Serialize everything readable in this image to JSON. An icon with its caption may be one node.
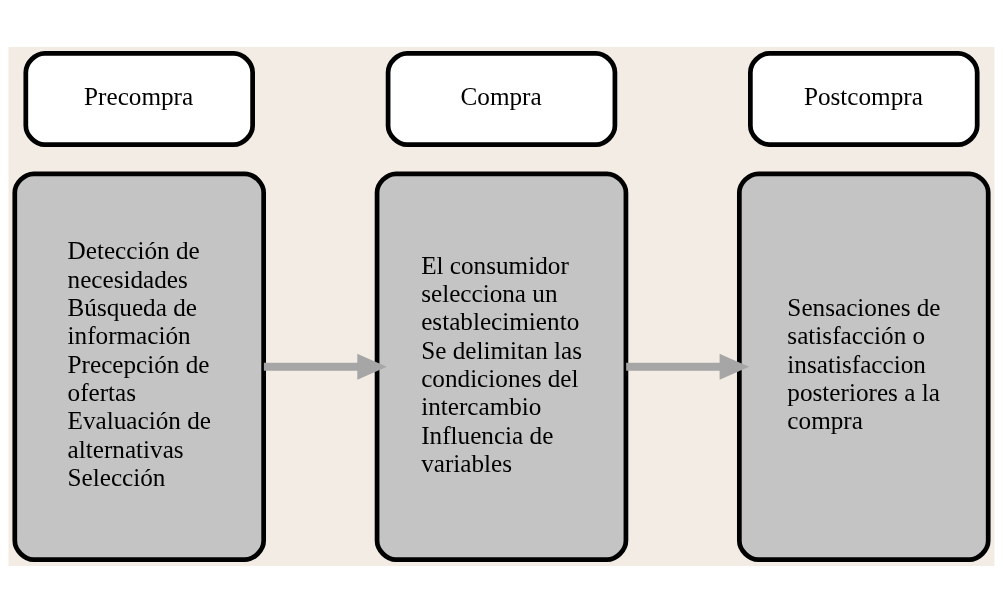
{
  "diagram": {
    "nodes": [
      {
        "text": [
          "Detección de necesidades",
          "Búsqueda de información",
          "Precepción de ofertas",
          "Evaluación de alternativas",
          "Selección"
        ]
      },
      {
        "text": [
          "Precompra"
        ]
      },
      {
        "text": [
          "El consumidor selecciona un establecimiento",
          "Se delimitan las condiciones del intercambio",
          "Influencia de variables"
        ]
      },
      {
        "text": [
          "Compra"
        ]
      },
      {
        "text": [
          "Sensaciones de satisfacción o insatisfaccion posteriores a la compra"
        ]
      },
      {
        "text": [
          "Postcompra"
        ]
      }
    ],
    "edges": [
      {
        "from": 0,
        "to": 2,
        "arrow": "to"
      },
      {
        "from": 2,
        "to": 4,
        "arrow": "to"
      }
    ]
  }
}
